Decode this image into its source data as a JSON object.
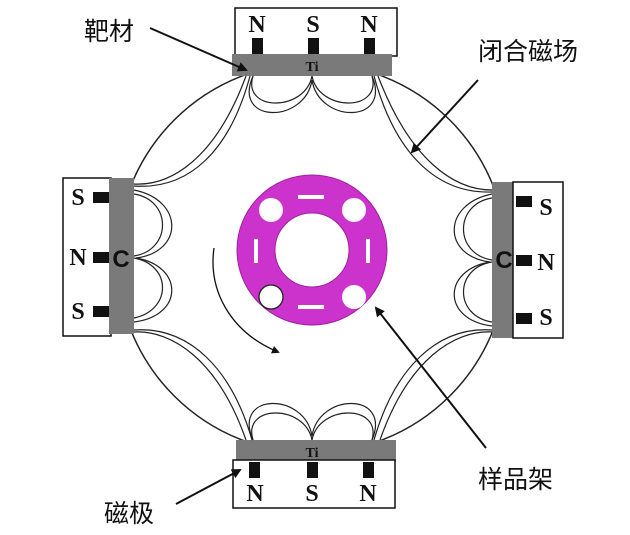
{
  "labels": {
    "target": "靶材",
    "closed_field": "闭合磁场",
    "sample_holder": "样品架",
    "magnetic_pole": "磁极"
  },
  "top_magnet": {
    "poles": [
      "N",
      "S",
      "N"
    ],
    "target": "Ti"
  },
  "bottom_magnet": {
    "poles": [
      "N",
      "S",
      "N"
    ],
    "target": "Ti"
  },
  "left_magnet": {
    "poles": [
      "S",
      "N",
      "S"
    ],
    "target": "C"
  },
  "right_magnet": {
    "poles": [
      "S",
      "N",
      "S"
    ],
    "target": "C"
  },
  "colors": {
    "holder": "#cc33cc",
    "target_plate": "#7a7a7a",
    "magnet_block": "#111111"
  }
}
